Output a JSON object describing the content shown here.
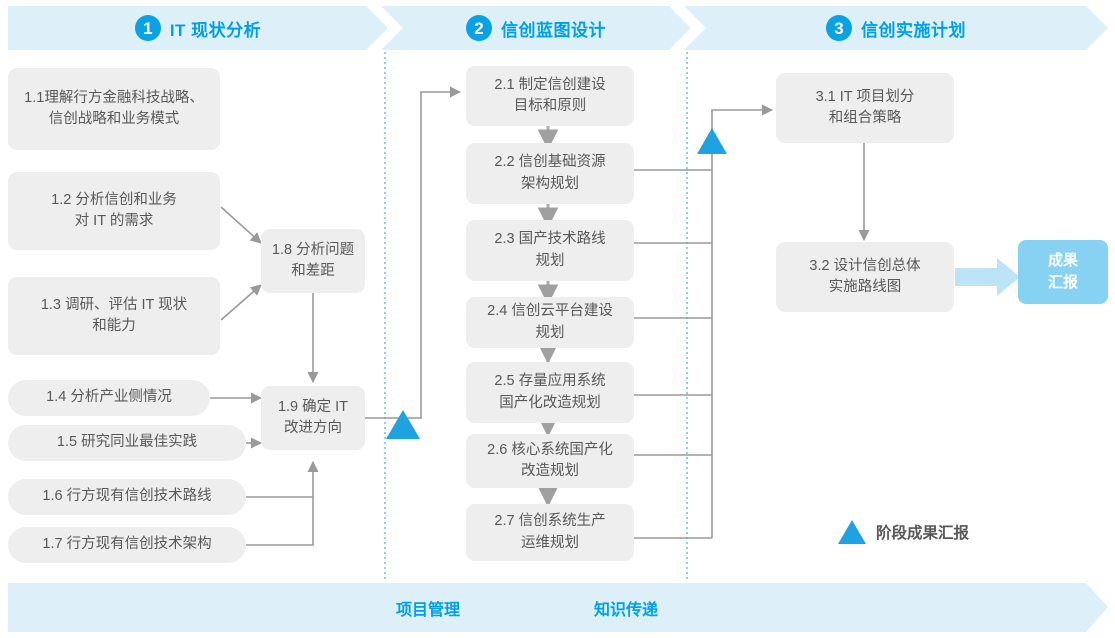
{
  "phases": [
    {
      "num": "1",
      "title": "IT 现状分析"
    },
    {
      "num": "2",
      "title": "信创蓝图设计"
    },
    {
      "num": "3",
      "title": "信创实施计划"
    }
  ],
  "nodes": {
    "n11": "1.1理解行方金融科技战略、\n信创战略和业务模式",
    "n12": "1.2 分析信创和业务\n对 IT 的需求",
    "n13": "1.3 调研、评估 IT 现状\n和能力",
    "n14": "1.4 分析产业侧情况",
    "n15": "1.5 研究同业最佳实践",
    "n16": "1.6 行方现有信创技术路线",
    "n17": "1.7 行方现有信创技术架构",
    "n18": "1.8 分析问题\n和差距",
    "n19": "1.9 确定 IT\n改进方向",
    "n21": "2.1 制定信创建设\n目标和原则",
    "n22": "2.2 信创基础资源\n架构规划",
    "n23": "2.3 国产技术路线\n规划",
    "n24": "2.4 信创云平台建设\n规划",
    "n25": "2.5 存量应用系统\n国产化改造规划",
    "n26": "2.6 核心系统国产化\n改造规划",
    "n27": "2.7 信创系统生产\n运维规划",
    "n31": "3.1 IT 项目划分\n和组合策略",
    "n32": "3.2 设计信创总体\n实施路线图",
    "result": "成果\n汇报"
  },
  "legend": {
    "label": "阶段成果汇报"
  },
  "footer": {
    "labels": [
      "项目管理",
      "知识传递"
    ]
  },
  "colors": {
    "accent": "#00a0e9",
    "circle": "#0aa2e3",
    "band": "#ddeff9",
    "node_bg": "#eeeeee",
    "node_text": "#595757",
    "triangle": "#1ea2e0",
    "result_bg": "#87d2f2",
    "connector": "#9a9a9a",
    "divider": "#35b5e5"
  }
}
